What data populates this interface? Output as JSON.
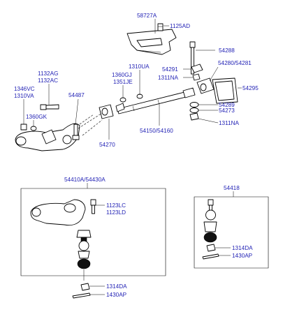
{
  "labels": {
    "l58727a": "58727A",
    "l1125ad": "1125AD",
    "l54288": "54288",
    "l54291": "54291",
    "l54280": "54280/54281",
    "l1311na_top": "1311NA",
    "l54295": "54295",
    "l1310ua": "1310UA",
    "l1360gj": "1360GJ",
    "l1351je": "1351JE",
    "l1132ag": "1132AG",
    "l1132ac": "1132AC",
    "l1346vc": "1346VC",
    "l1310va": "1310VA",
    "l54487": "54487",
    "l1360gk": "1360GK",
    "l54289": "54289",
    "l54273": "54273",
    "l1311na_right": "1311NA",
    "l54150": "54150/54160",
    "l54270": "54270",
    "l54410a": "54410A/54430A",
    "l1123lc": "1123LC",
    "l1123ld": "1123LD",
    "l1314da_bottom": "1314DA",
    "l1430ap_bottom": "1430AP",
    "l54418": "54418",
    "l1314da_inset": "1314DA",
    "l1430ap_inset": "1430AP"
  }
}
